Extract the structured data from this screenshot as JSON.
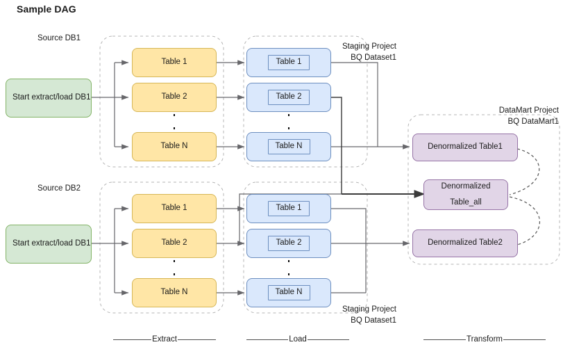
{
  "title": "Sample DAG",
  "colors": {
    "green_fill": "#d5e8d4",
    "green_stroke": "#82b366",
    "yellow_fill": "#ffe6a6",
    "yellow_stroke": "#d6b656",
    "blue_fill": "#dae8fc",
    "blue_stroke": "#6c8ebf",
    "purple_fill": "#e1d5e7",
    "purple_stroke": "#9673a6",
    "edge": "#66666a",
    "dashed_group": "#b3b3b3"
  },
  "group_labels": {
    "source_db1": "Source DB1",
    "source_db2": "Source DB2",
    "staging_top": "Staging Project\nBQ Dataset1",
    "staging_bottom": "Staging Project\nBQ Dataset1",
    "datamart": "DataMart Project\nBQ DataMart1"
  },
  "start_nodes": [
    {
      "id": "start-db1-top",
      "label": "Start extract/load\nDB1"
    },
    {
      "id": "start-db1-bottom",
      "label": "Start extract/load\nDB1"
    }
  ],
  "extract_top": {
    "tables": [
      "Table 1",
      "Table 2",
      "Table N"
    ]
  },
  "extract_bottom": {
    "tables": [
      "Table 1",
      "Table 2",
      "Table N"
    ]
  },
  "load_top": {
    "tables": [
      "Table 1",
      "Table 2",
      "Table N"
    ]
  },
  "load_bottom": {
    "tables": [
      "Table 1",
      "Table 2",
      "Table N"
    ]
  },
  "transform": {
    "nodes": [
      {
        "id": "denorm-table1",
        "label": "Denormalized Table1"
      },
      {
        "id": "denorm-table-all",
        "line1": "Denormalized",
        "line2": "Table_all"
      },
      {
        "id": "denorm-table2",
        "label": "Denormalized Table2"
      }
    ]
  },
  "phases": [
    {
      "id": "phase-extract",
      "label": "Extract"
    },
    {
      "id": "phase-load",
      "label": "Load"
    },
    {
      "id": "phase-transform",
      "label": "Transform"
    }
  ]
}
